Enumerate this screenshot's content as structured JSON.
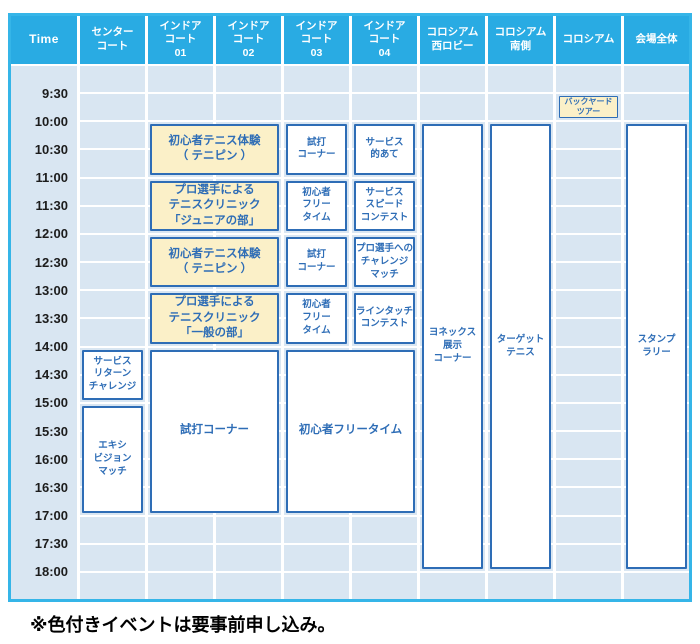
{
  "page": {
    "footer_note": "※色付きイベントは要事前申し込み。"
  },
  "colors": {
    "header_bg": "#29abe3",
    "table_border": "#35b5e8",
    "cell_bg": "#d9e6f2",
    "event_border": "#2e6db6",
    "event_text": "#2e6db6",
    "highlight_bg": "#fbf0c8",
    "time_label": "#1c1c1c"
  },
  "chart_data": {
    "type": "table",
    "subtype": "timetable",
    "grid_start": "9:00",
    "grid_end": "18:30",
    "legend_note": "色付き（黄色）イベントは要事前申し込み",
    "columns": [
      "Time",
      "センター\nコート",
      "インドア\nコート\n01",
      "インドア\nコート\n02",
      "インドア\nコート\n03",
      "インドア\nコート\n04",
      "コロシアム\n西ロビー",
      "コロシアム\n南側",
      "コロシアム",
      "会場全体"
    ],
    "time_labels": [
      "9:30",
      "10:00",
      "10:30",
      "11:00",
      "11:30",
      "12:00",
      "12:30",
      "13:00",
      "13:30",
      "14:00",
      "14:30",
      "15:00",
      "15:30",
      "16:00",
      "16:30",
      "17:00",
      "17:30",
      "18:00"
    ],
    "events": [
      {
        "col": 3,
        "colspan": 2,
        "start": "10:00",
        "end": "11:00",
        "label": "初心者テニス体験\n（ テニピン ）",
        "highlight": true,
        "wide": true
      },
      {
        "col": 3,
        "colspan": 2,
        "start": "11:00",
        "end": "12:00",
        "label": "プロ選手による\nテニスクリニック\n「ジュニアの部」",
        "highlight": true,
        "wide": true
      },
      {
        "col": 3,
        "colspan": 2,
        "start": "12:00",
        "end": "13:00",
        "label": "初心者テニス体験\n（ テニピン ）",
        "highlight": true,
        "wide": true
      },
      {
        "col": 3,
        "colspan": 2,
        "start": "13:00",
        "end": "14:00",
        "label": "プロ選手による\nテニスクリニック\n「一般の部」",
        "highlight": true,
        "wide": true
      },
      {
        "col": 3,
        "colspan": 2,
        "start": "14:00",
        "end": "17:00",
        "label": "試打コーナー",
        "wide": true
      },
      {
        "col": 5,
        "start": "10:00",
        "end": "11:00",
        "label": "試打\nコーナー"
      },
      {
        "col": 5,
        "start": "11:00",
        "end": "12:00",
        "label": "初心者\nフリー\nタイム"
      },
      {
        "col": 5,
        "start": "12:00",
        "end": "13:00",
        "label": "試打\nコーナー"
      },
      {
        "col": 5,
        "start": "13:00",
        "end": "14:00",
        "label": "初心者\nフリー\nタイム"
      },
      {
        "col": 5,
        "colspan": 2,
        "start": "14:00",
        "end": "17:00",
        "label": "初心者フリータイム",
        "wide": true
      },
      {
        "col": 6,
        "start": "10:00",
        "end": "11:00",
        "label": "サービス\n的あて"
      },
      {
        "col": 6,
        "start": "11:00",
        "end": "12:00",
        "label": "サービス\nスピード\nコンテスト"
      },
      {
        "col": 6,
        "start": "12:00",
        "end": "13:00",
        "label": "プロ選手への\nチャレンジ\nマッチ"
      },
      {
        "col": 6,
        "start": "13:00",
        "end": "14:00",
        "label": "ラインタッチ\nコンテスト"
      },
      {
        "col": 2,
        "start": "14:00",
        "end": "15:00",
        "label": "サービス\nリターン\nチャレンジ"
      },
      {
        "col": 2,
        "start": "15:00",
        "end": "17:00",
        "label": "エキシ\nビジョン\nマッチ"
      },
      {
        "col": 7,
        "start": "10:00",
        "end": "18:00",
        "label": "ヨネックス\n展示\nコーナー"
      },
      {
        "col": 8,
        "start": "10:00",
        "end": "18:00",
        "label": "ターゲット\nテニス"
      },
      {
        "col": 9,
        "start": "9:30",
        "end": "10:00",
        "label": "バックヤード\nツアー",
        "highlight": true,
        "small": true
      },
      {
        "col": 10,
        "start": "10:00",
        "end": "18:00",
        "label": "スタンプ\nラリー"
      }
    ]
  }
}
